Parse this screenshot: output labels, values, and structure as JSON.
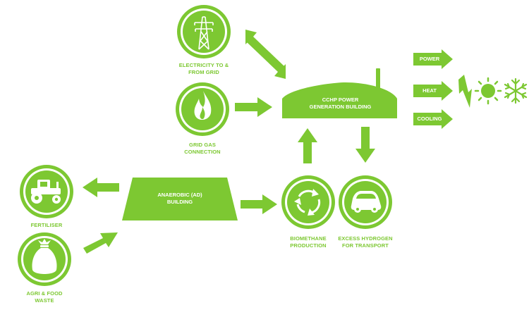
{
  "nodes": {
    "grid": {
      "line1": "ELECTRICITY TO &",
      "line2": "FROM GRID",
      "icon": "pylon-icon"
    },
    "gas": {
      "line1": "GRID GAS",
      "line2": "CONNECTION",
      "icon": "flame-icon"
    },
    "cchp": {
      "line1": "CCHP POWER",
      "line2": "GENERATION BUILDING"
    },
    "outputs": [
      {
        "label": "POWER"
      },
      {
        "label": "HEAT"
      },
      {
        "label": "COOLING"
      }
    ],
    "output_icons": [
      "lightning-icon",
      "sun-icon",
      "snowflake-icon"
    ],
    "ad": {
      "line1": "ANAEROBIC (AD)",
      "line2": "BUILDING"
    },
    "fertiliser": {
      "label": "FERTILISER",
      "icon": "tractor-icon"
    },
    "waste": {
      "line1": "AGRI & FOOD",
      "line2": "WASTE",
      "icon": "sack-icon"
    },
    "biomethane": {
      "line1": "BIOMETHANE",
      "line2": "PRODUCTION",
      "icon": "recycle-icon"
    },
    "hydrogen": {
      "line1": "EXCESS HYDROGEN",
      "line2": "FOR TRANSPORT",
      "icon": "car-icon"
    }
  },
  "colors": {
    "accent": "#7dc832",
    "text_on_accent": "#ffffff"
  }
}
